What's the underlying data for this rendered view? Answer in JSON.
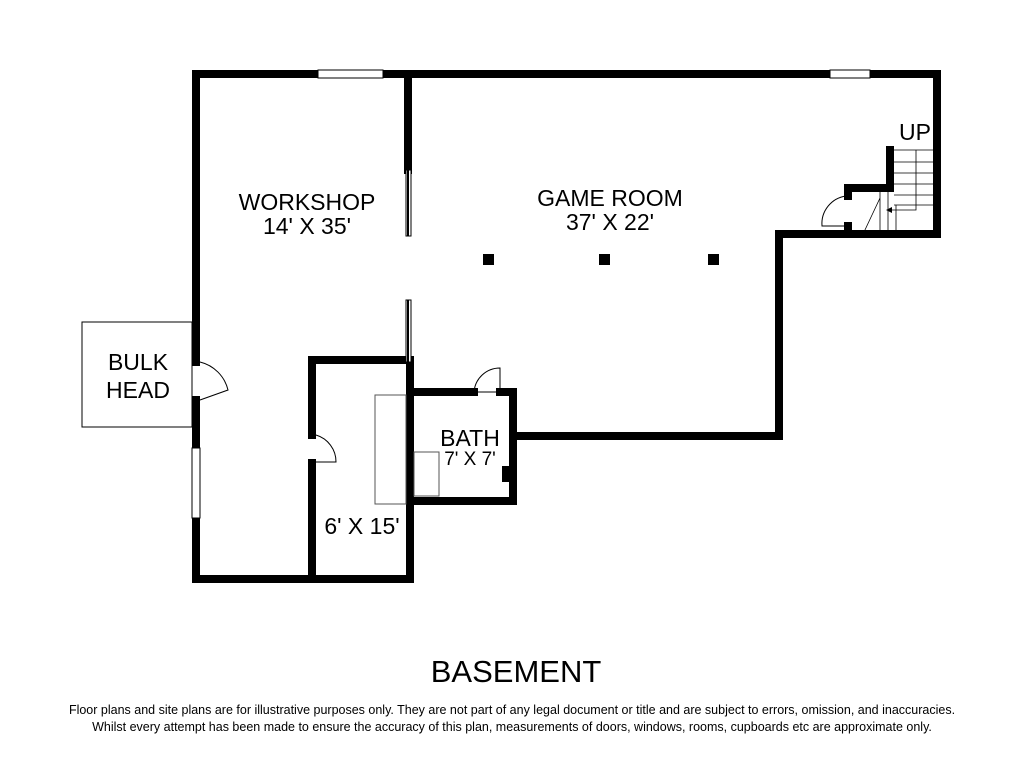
{
  "floor_title": "BASEMENT",
  "rooms": [
    {
      "name": "WORKSHOP",
      "size": "14' X 35'"
    },
    {
      "name": "GAME ROOM",
      "size": "37' X 22'"
    },
    {
      "name": "BATH",
      "size": "7' X 7'"
    },
    {
      "name": "",
      "size": "6' X 15'"
    },
    {
      "name": "BULK",
      "size": "HEAD"
    }
  ],
  "stairs_label": "UP",
  "disclaimer": [
    "Floor plans and site plans are for illustrative purposes only. They are not part of any legal document or title and are subject to errors, omission, and inaccuracies.",
    "Whilst every attempt has been made to ensure the accuracy of this plan, measurements of doors, windows, rooms, cupboards etc are approximate only."
  ],
  "colors": {
    "wall": "#000000",
    "background": "#ffffff"
  }
}
